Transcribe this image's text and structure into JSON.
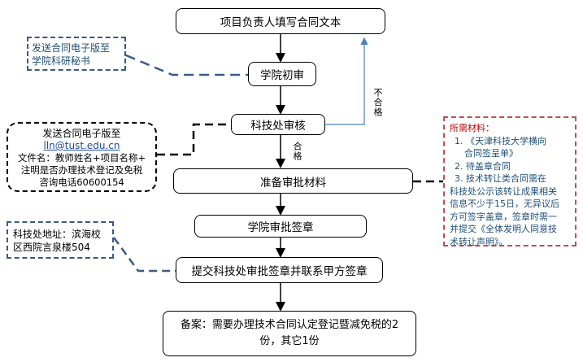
{
  "steps": {
    "s1": "项目负责人填写合同文本",
    "s2": "学院初审",
    "s3": "科技处审核",
    "s4": "准备审批材料",
    "s5": "学院审批签章",
    "s6": "提交科技处审批签章并联系甲方签章",
    "s7_line1": "备案：需要办理技术合同认定登记暨减免税的2",
    "s7_line2": "份，其它1份"
  },
  "labels": {
    "fail": "不合格",
    "pass": "合格"
  },
  "notes": {
    "secretary": {
      "line1": "发送合同电子版至",
      "line2": "学院科研秘书"
    },
    "email": {
      "line1": "发送合同电子版至",
      "address": "lln@tust.edu.cn",
      "line3": "文件名：教师姓名+项目名称+",
      "line4": "注明是否办理技术登记及免税",
      "line5": "咨询电话60600154"
    },
    "address": {
      "line1": "科技处地址：滨海校",
      "line2": "区西院言泉楼504"
    },
    "materials": {
      "title": "所需材料：",
      "item1a": "1.  《天津科技大学横向",
      "item1b": "合同签呈单》",
      "item2": "2.  待盖章合同",
      "item3a": "3.  技术转让类合同需在",
      "item3b": "科技处公示该转让成果相关",
      "item3c": "信息不少于15日，无异议后",
      "item3d": "方可签字盖章，签章时需一",
      "item3e": "并提交《全体发明人同意技",
      "item3f": "术转让声明》。"
    }
  },
  "colors": {
    "line": "#000000",
    "fail_line": "#4f81bd",
    "note_blue": "#3a5a85",
    "note_red": "#c0504d"
  }
}
